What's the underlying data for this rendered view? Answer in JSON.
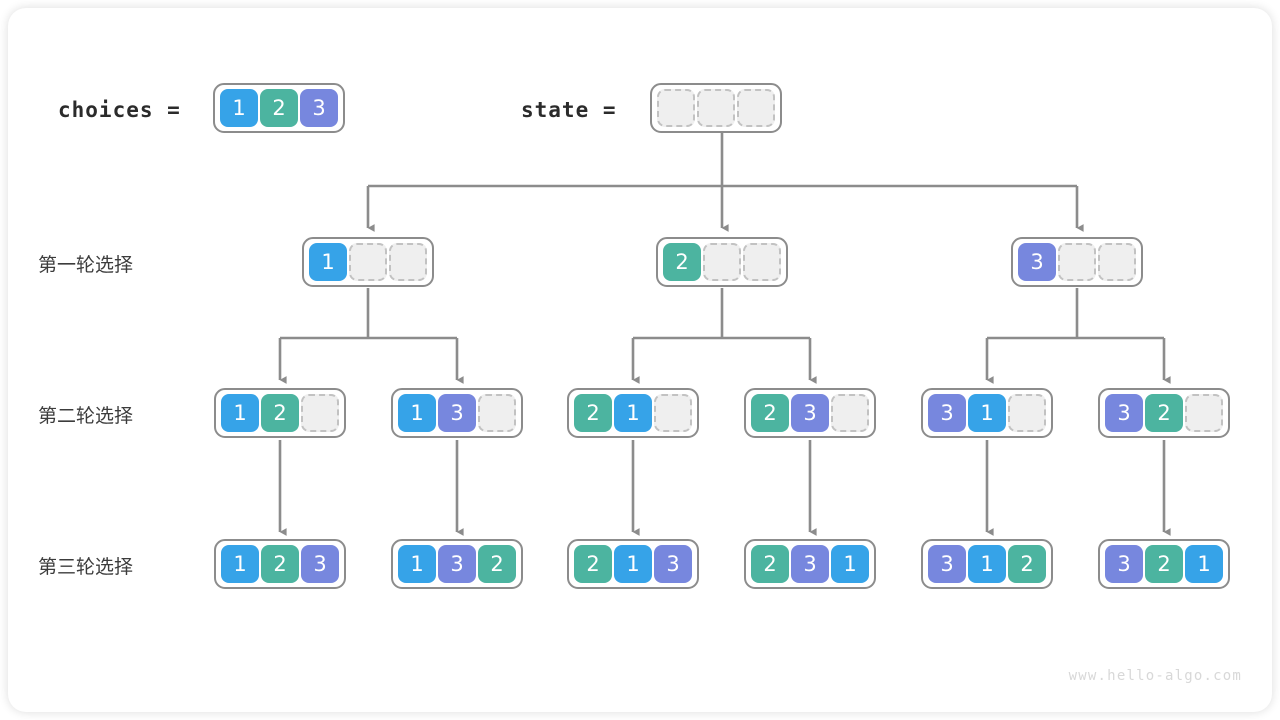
{
  "meta": {
    "watermark": "www.hello-algo.com",
    "colors": {
      "value1": "#36a3e8",
      "value2": "#4cb4a0",
      "value3": "#7787de",
      "empty_fill": "#efefef",
      "empty_border": "#c2c2c2",
      "box_border": "#8c8c8c",
      "arrow": "#8c8c8c",
      "text": "#3c3c3c"
    }
  },
  "header": {
    "choices_label": "choices =",
    "choices_values": [
      "1",
      "2",
      "3"
    ],
    "state_label": "state =",
    "state_values": [
      "",
      "",
      ""
    ]
  },
  "rows": [
    {
      "label": "第一轮选择",
      "nodes": [
        {
          "values": [
            "1",
            "",
            ""
          ]
        },
        {
          "values": [
            "2",
            "",
            ""
          ]
        },
        {
          "values": [
            "3",
            "",
            ""
          ]
        }
      ]
    },
    {
      "label": "第二轮选择",
      "nodes": [
        {
          "values": [
            "1",
            "2",
            ""
          ]
        },
        {
          "values": [
            "1",
            "3",
            ""
          ]
        },
        {
          "values": [
            "2",
            "1",
            ""
          ]
        },
        {
          "values": [
            "2",
            "3",
            ""
          ]
        },
        {
          "values": [
            "3",
            "1",
            ""
          ]
        },
        {
          "values": [
            "3",
            "2",
            ""
          ]
        }
      ]
    },
    {
      "label": "第三轮选择",
      "nodes": [
        {
          "values": [
            "1",
            "2",
            "3"
          ]
        },
        {
          "values": [
            "1",
            "3",
            "2"
          ]
        },
        {
          "values": [
            "2",
            "1",
            "3"
          ]
        },
        {
          "values": [
            "2",
            "3",
            "1"
          ]
        },
        {
          "values": [
            "3",
            "1",
            "2"
          ]
        },
        {
          "values": [
            "3",
            "2",
            "1"
          ]
        }
      ]
    }
  ]
}
